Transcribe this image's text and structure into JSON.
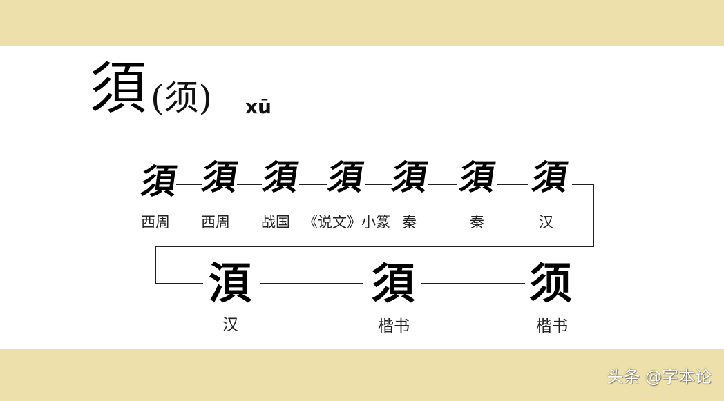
{
  "title": {
    "character": "須",
    "simplified": "(须)",
    "pinyin": "xū"
  },
  "row1": [
    {
      "glyph": "須",
      "label": "西周"
    },
    {
      "glyph": "須",
      "label": "西周"
    },
    {
      "glyph": "須",
      "label": "战国"
    },
    {
      "glyph": "須",
      "label": "《说文》小篆"
    },
    {
      "glyph": "須",
      "label": "秦"
    },
    {
      "glyph": "須",
      "label": "秦"
    },
    {
      "glyph": "須",
      "label": "汉"
    }
  ],
  "row2": [
    {
      "glyph": "湏",
      "label": "汉"
    },
    {
      "glyph": "須",
      "label": "楷书"
    },
    {
      "glyph": "须",
      "label": "楷书"
    }
  ],
  "watermark": "头条 @字本论",
  "colors": {
    "band": "#ede0ab",
    "ink": "#000000"
  }
}
